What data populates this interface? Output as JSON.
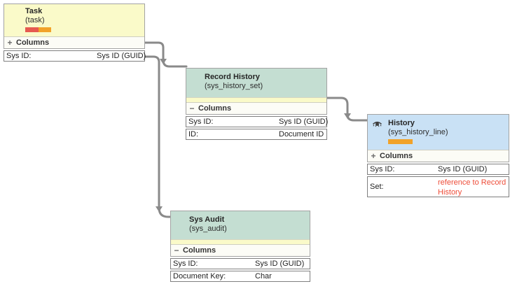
{
  "diagram": {
    "tables": [
      {
        "key": "task",
        "title": "Task",
        "sub": "(task)",
        "toggle": "+",
        "columns_label": "Columns",
        "rows": [
          {
            "label": "Sys ID:",
            "value": "Sys ID (GUID)"
          }
        ]
      },
      {
        "key": "record_history",
        "title": "Record History",
        "sub": "(sys_history_set)",
        "toggle": "−",
        "columns_label": "Columns",
        "rows": [
          {
            "label": "Sys ID:",
            "value": "Sys ID (GUID)"
          },
          {
            "label": "ID:",
            "value": "Document ID"
          }
        ]
      },
      {
        "key": "history",
        "title": "History",
        "sub": "(sys_history_line)",
        "toggle": "+",
        "columns_label": "Columns",
        "rows": [
          {
            "label": "Sys ID:",
            "value": "Sys ID (GUID)"
          },
          {
            "label": "Set:",
            "value": "reference to Record History"
          }
        ]
      },
      {
        "key": "sys_audit",
        "title": "Sys Audit",
        "sub": "(sys_audit)",
        "toggle": "−",
        "columns_label": "Columns",
        "rows": [
          {
            "label": "Sys ID:",
            "value": "Sys ID (GUID)"
          },
          {
            "label": "Document Key:",
            "value": "Char"
          }
        ]
      }
    ],
    "colors": {
      "task_header": "#fafac9",
      "related_header": "#c4ded2",
      "history_header": "#c9e1f5",
      "strip_yellow": "#fafac9",
      "accent_red": "#e65a50",
      "accent_orange": "#f1a229",
      "wire": "#8a8a8a",
      "reference_text": "#ee4c38"
    }
  }
}
